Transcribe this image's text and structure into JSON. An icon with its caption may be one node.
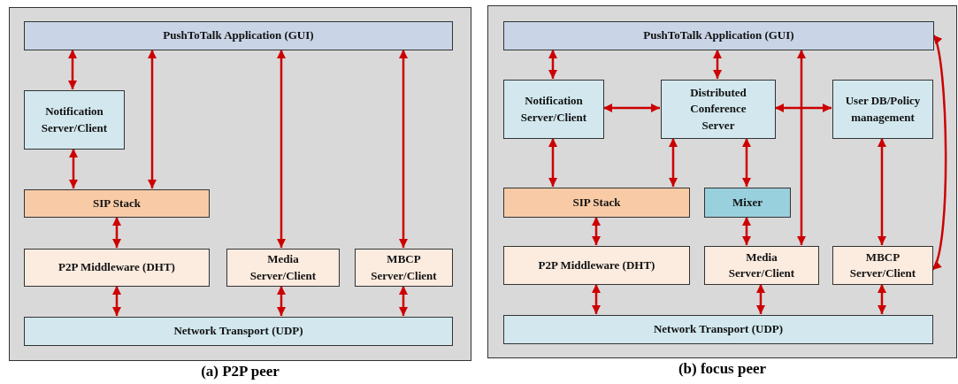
{
  "diagram": {
    "nodes": [
      {
        "text": [],
        "shape": "box",
        "beside": [
          "(a) P2P peer"
        ]
      },
      {
        "text": [
          "PushToTalk Application (GUI)"
        ],
        "in": 0
      },
      {
        "text": [
          "Notification Server/Client"
        ],
        "in": 0
      },
      {
        "text": [
          "SIP Stack"
        ],
        "in": 0
      },
      {
        "text": [
          "P2P Middleware (DHT)"
        ],
        "in": 0
      },
      {
        "text": [
          "Media Server/Client"
        ],
        "in": 0
      },
      {
        "text": [
          "MBCP Server/Client"
        ],
        "in": 0
      },
      {
        "text": [
          "Network Transport (UDP)"
        ],
        "in": 0
      },
      {
        "text": [],
        "shape": "box",
        "beside": [
          "(b) focus peer"
        ]
      },
      {
        "text": [
          "PushToTalk Application (GUI)"
        ],
        "in": 8
      },
      {
        "text": [
          "Notification Server/Client"
        ],
        "in": 8
      },
      {
        "text": [
          "Distributed Conference Server"
        ],
        "in": 8
      },
      {
        "text": [
          "User DB/Policy management"
        ],
        "in": 8
      },
      {
        "text": [
          "SIP Stack"
        ],
        "in": 8
      },
      {
        "text": [
          "Mixer"
        ],
        "in": 8
      },
      {
        "text": [
          "P2P Middleware (DHT)"
        ],
        "in": 8
      },
      {
        "text": [
          "Media Server/Client"
        ],
        "in": 8
      },
      {
        "text": [
          "MBCP Server/Client"
        ],
        "in": 8
      },
      {
        "text": [
          "Network Transport (UDP)"
        ],
        "in": 8
      }
    ],
    "edges": [
      {
        "from": 1,
        "to": 2,
        "arrow": "both"
      },
      {
        "from": 1,
        "to": 3,
        "arrow": "both"
      },
      {
        "from": 1,
        "to": 5,
        "arrow": "both"
      },
      {
        "from": 1,
        "to": 6,
        "arrow": "both"
      },
      {
        "from": 2,
        "to": 3,
        "arrow": "both"
      },
      {
        "from": 3,
        "to": 4,
        "arrow": "both"
      },
      {
        "from": 4,
        "to": 7,
        "arrow": "both"
      },
      {
        "from": 5,
        "to": 7,
        "arrow": "both"
      },
      {
        "from": 6,
        "to": 7,
        "arrow": "both"
      },
      {
        "from": 9,
        "to": 10,
        "arrow": "both"
      },
      {
        "from": 9,
        "to": 11,
        "arrow": "both"
      },
      {
        "from": 9,
        "to": 16,
        "arrow": "both"
      },
      {
        "from": 9,
        "to": 17,
        "arrow": "both"
      },
      {
        "from": 10,
        "to": 11,
        "arrow": "both"
      },
      {
        "from": 11,
        "to": 12,
        "arrow": "both"
      },
      {
        "from": 10,
        "to": 13,
        "arrow": "both"
      },
      {
        "from": 11,
        "to": 13,
        "arrow": "both"
      },
      {
        "from": 11,
        "to": 14,
        "arrow": "both"
      },
      {
        "from": 12,
        "to": 17,
        "arrow": "both"
      },
      {
        "from": 14,
        "to": 16,
        "arrow": "both"
      },
      {
        "from": 13,
        "to": 15,
        "arrow": "both"
      },
      {
        "from": 15,
        "to": 18,
        "arrow": "both"
      },
      {
        "from": 16,
        "to": 18,
        "arrow": "both"
      },
      {
        "from": 17,
        "to": 18,
        "arrow": "both"
      }
    ]
  }
}
